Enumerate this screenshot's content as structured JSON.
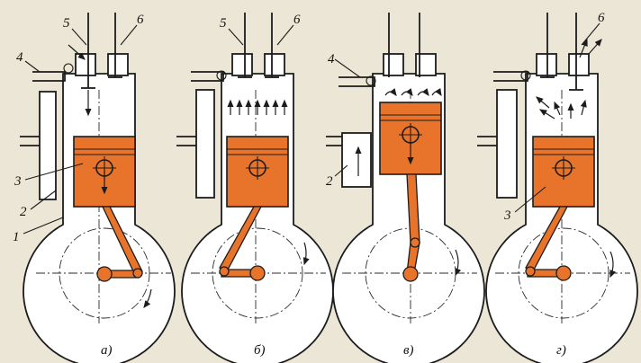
{
  "stages": [
    {
      "caption": "а)",
      "labels": [
        "1",
        "2",
        "3",
        "4",
        "5",
        "6"
      ]
    },
    {
      "caption": "б)",
      "labels": [
        "5",
        "6"
      ]
    },
    {
      "caption": "в)",
      "labels": [
        "2",
        "4"
      ]
    },
    {
      "caption": "г)",
      "labels": [
        "3",
        "6"
      ]
    }
  ],
  "colors": {
    "piston": "#e8742c",
    "background": "#ebe6d6",
    "line": "#1c1c1c"
  }
}
